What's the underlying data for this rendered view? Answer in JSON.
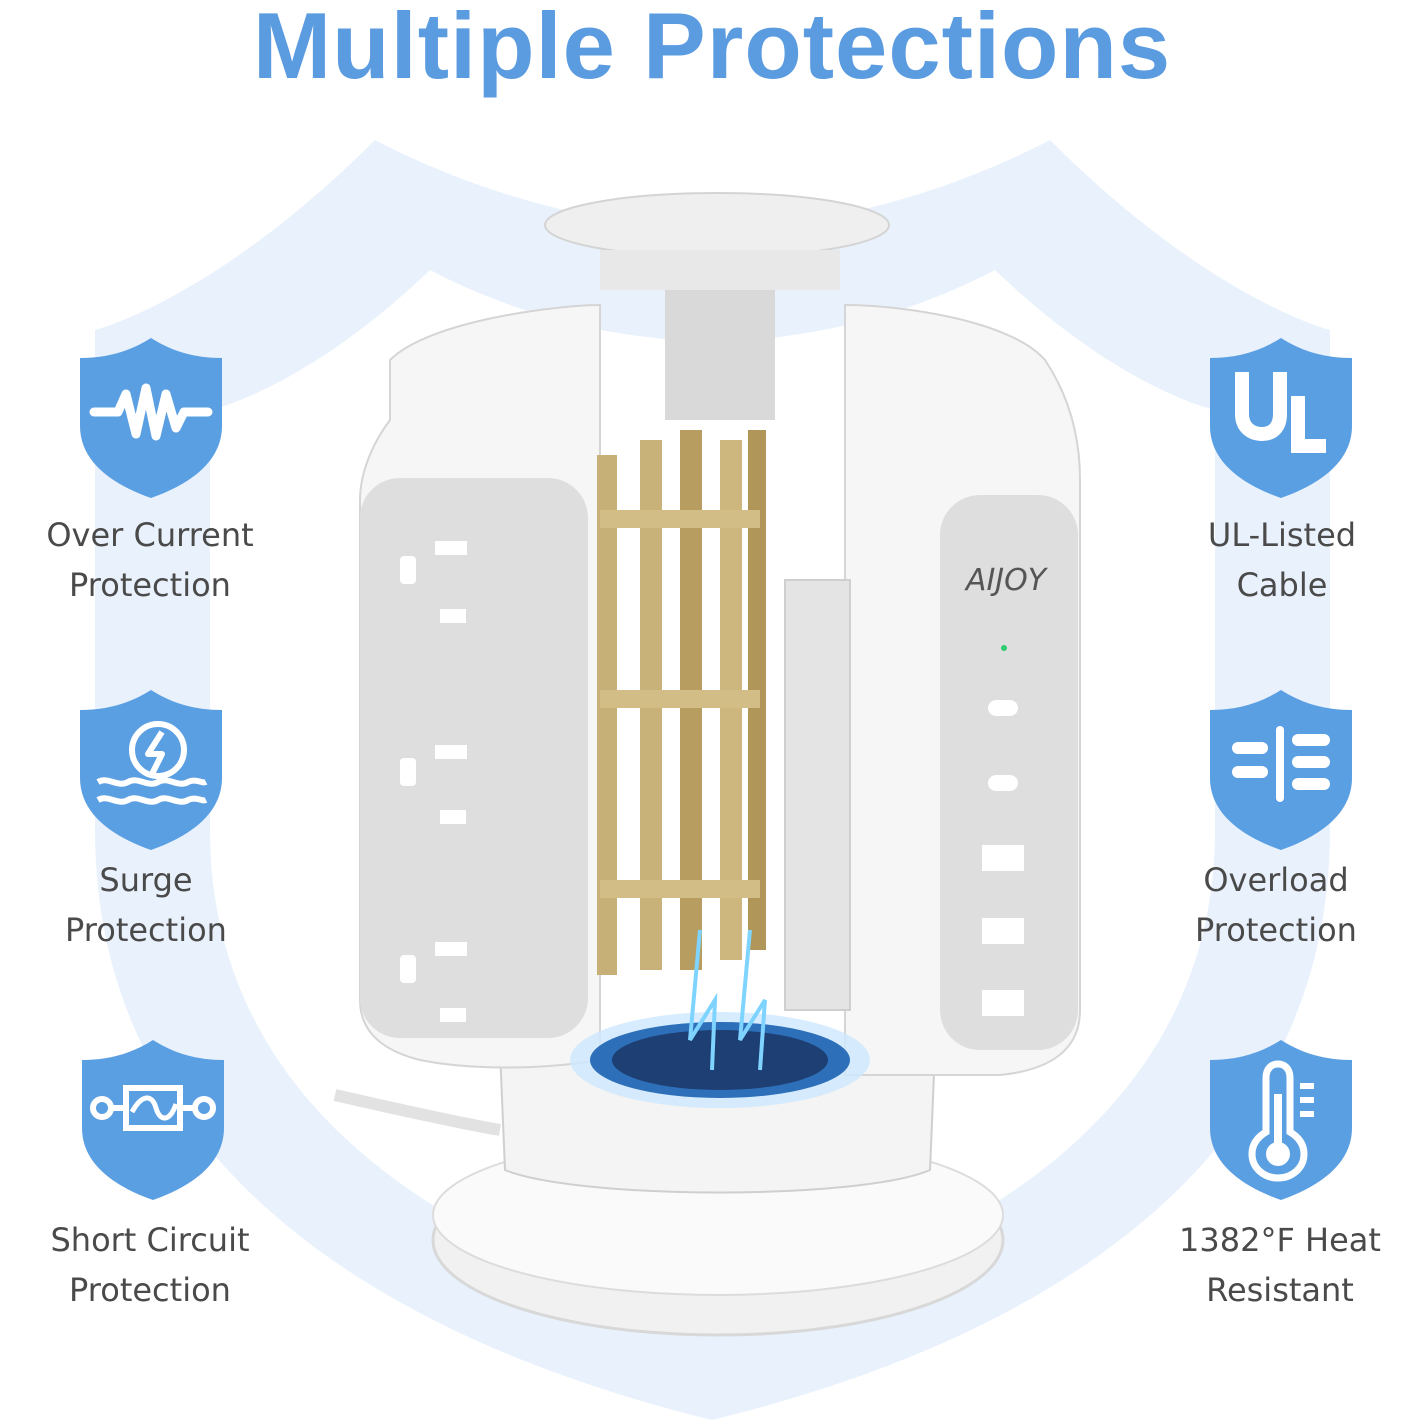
{
  "title": "Multiple Protections",
  "colors": {
    "accent": "#5b9be0",
    "badge": "#5b9fe3",
    "shield_bg": "#e8f1fb",
    "text": "#4a4a4a"
  },
  "product": {
    "brand_logo": "AIJOY"
  },
  "features": [
    {
      "icon": "wave-resistor-icon",
      "line1": "Over Current",
      "line2": "Protection"
    },
    {
      "icon": "surge-icon",
      "line1": "Surge",
      "line2": "Protection"
    },
    {
      "icon": "circuit-icon",
      "line1": "Short Circuit",
      "line2": "Protection"
    },
    {
      "icon": "ul-icon",
      "line1": "UL-Listed",
      "line2": "Cable"
    },
    {
      "icon": "overload-icon",
      "line1": "Overload",
      "line2": "Protection"
    },
    {
      "icon": "thermometer-icon",
      "line1": "1382°F Heat",
      "line2": "Resistant"
    }
  ]
}
